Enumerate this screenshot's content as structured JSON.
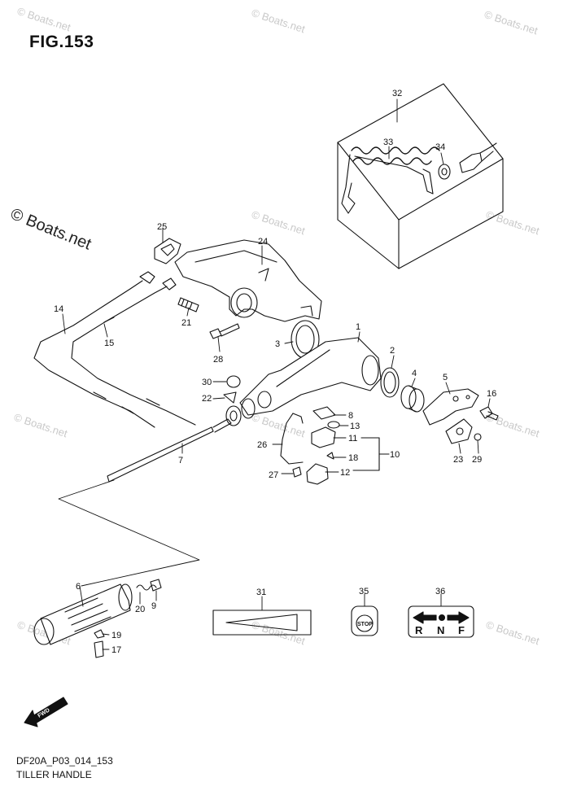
{
  "figure": {
    "title": "FIG.153",
    "code": "DF20A_P03_014_153",
    "caption": "TILLER HANDLE"
  },
  "watermark": {
    "text": "© Boats.net",
    "big_text": "© Boats.net"
  },
  "callouts": [
    "1",
    "2",
    "3",
    "4",
    "5",
    "6",
    "7",
    "8",
    "9",
    "10",
    "11",
    "12",
    "13",
    "14",
    "15",
    "16",
    "17",
    "18",
    "19",
    "20",
    "21",
    "22",
    "23",
    "24",
    "25",
    "26",
    "27",
    "28",
    "29",
    "30",
    "31",
    "32",
    "33",
    "34",
    "35",
    "36"
  ],
  "labels": {
    "stop": "STOP",
    "fwd": "FWD",
    "shift_r": "R",
    "shift_n": "N",
    "shift_f": "F"
  },
  "colors": {
    "line": "#111111",
    "watermark": "#c9c9c9"
  }
}
